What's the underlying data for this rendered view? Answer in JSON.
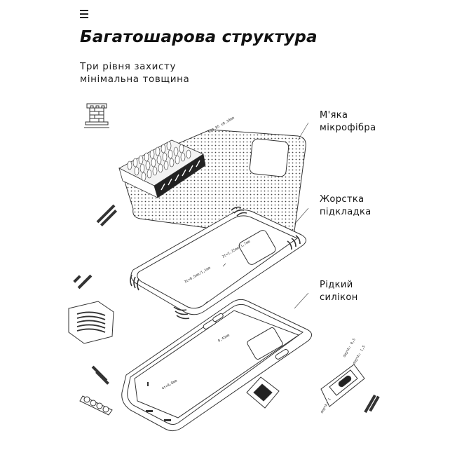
{
  "header": {
    "menu_icon": "hamburger-menu-icon",
    "title": "Багатошарова структура",
    "subtitle_line1": "Три рівня захисту",
    "subtitle_line2": "мінімальна товщина"
  },
  "layers": [
    {
      "line1": "М'яка",
      "line2": "мікрофібра"
    },
    {
      "line1": "Жорстка",
      "line2": "підкладка"
    },
    {
      "line1": "Рідкий",
      "line2": "силікон"
    }
  ],
  "icons": {
    "tower": "castle-tower-icon"
  },
  "colors": {
    "ink": "#111111",
    "line": "#333333",
    "background": "#ffffff"
  }
}
